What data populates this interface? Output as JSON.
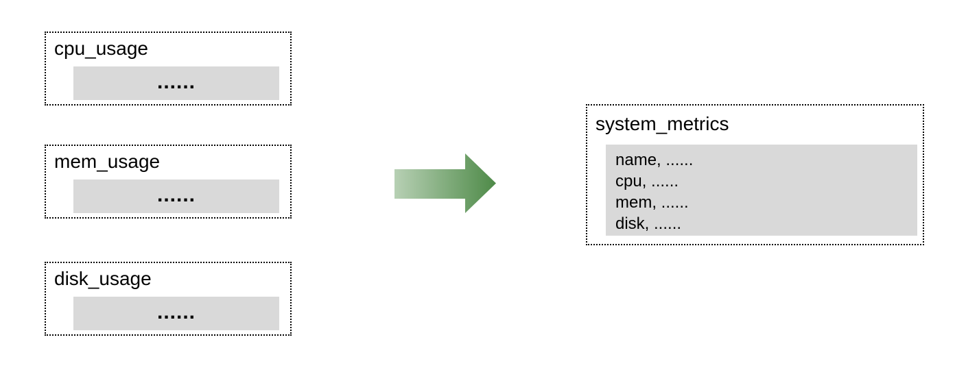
{
  "source_tables": [
    {
      "title": "cpu_usage",
      "placeholder": "......"
    },
    {
      "title": "mem_usage",
      "placeholder": "......"
    },
    {
      "title": "disk_usage",
      "placeholder": "......"
    }
  ],
  "arrow": {
    "icon": "right-arrow",
    "gradient_start": "#b7d0b4",
    "gradient_end": "#4e8a48"
  },
  "result_table": {
    "title": "system_metrics",
    "rows": [
      "name, ......",
      "cpu, ......",
      "mem, ......",
      "disk, ......"
    ]
  },
  "colors": {
    "panel_gray": "#d9d9d9",
    "border": "#000000",
    "background": "#ffffff",
    "text": "#000000"
  }
}
